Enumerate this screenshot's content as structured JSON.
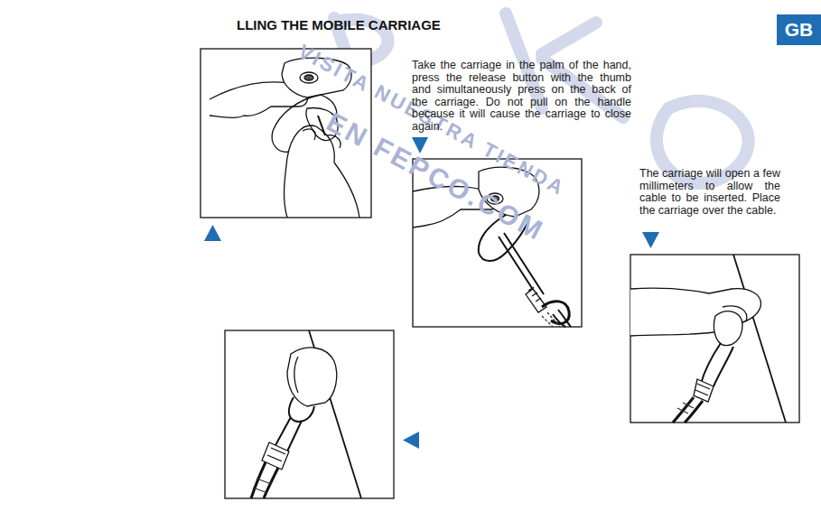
{
  "diagram": {
    "title": "LLING THE MOBILE CARRIAGE",
    "nodes": [
      {
        "text": [
          "GB"
        ]
      }
    ],
    "labels": [
      "Take the carriage in the palm of the hand, press the release button with the thumb and simultaneously press on the back of the carriage. Do not pull on the handle because it will cause the carriage to close again.",
      "The carriage will open a few millimeters to allow the cable to be inserted. Place the carriage over the cable.",
      "VISITA NUESTRA TIENDA",
      "EN FEPCO.COM"
    ]
  }
}
